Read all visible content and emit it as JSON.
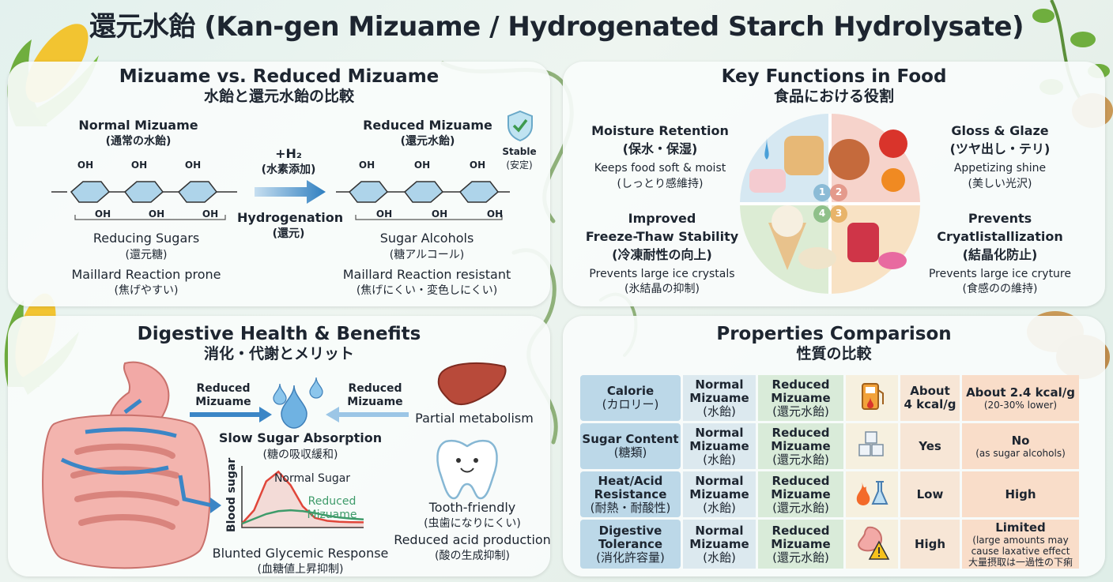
{
  "title": "還元水飴 (Kan-gen Mizuame / Hydrogenated Starch Hydrolysate)",
  "comparison": {
    "heading_en": "Mizuame vs. Reduced Mizuame",
    "heading_ja": "水飴と還元水飴の比較",
    "normal": {
      "name": "Normal Mizuame",
      "name_ja": "(通常の水飴)",
      "type": "Reducing Sugars",
      "type_ja": "(還元糖)",
      "maillard": "Maillard Reaction prone",
      "maillard_ja": "(焦げやすい)"
    },
    "reaction": {
      "formula": "+H₂",
      "formula_ja": "(水素添加)",
      "name": "Hydrogenation",
      "name_ja": "(還元)"
    },
    "reduced": {
      "name": "Reduced Mizuame",
      "name_ja": "(還元水飴)",
      "type": "Sugar Alcohols",
      "type_ja": "(糖アルコール)",
      "maillard": "Maillard Reaction resistant",
      "maillard_ja": "(焦げにくい・変色しにくい)"
    },
    "stable": "Stable",
    "stable_ja": "(安定)",
    "oh": "OH"
  },
  "functions": {
    "heading_en": "Key Functions in Food",
    "heading_ja": "食品における役割",
    "items": [
      {
        "num": "1",
        "title": "Moisture Retention",
        "title_ja": "(保水・保湿)",
        "desc": "Keeps food soft & moist",
        "desc_ja": "(しっとり感維持)"
      },
      {
        "num": "2",
        "title": "Gloss & Glaze",
        "title_ja": "(ツヤ出し・テリ)",
        "desc": "Appetizing shine",
        "desc_ja": "(美しい光沢)"
      },
      {
        "num": "3",
        "title1": "Prevents",
        "title2": "Cryatlistallization",
        "title_ja": "(結晶化防止)",
        "desc": "Prevents large ice cryture",
        "desc_ja": "(食感のの維持)"
      },
      {
        "num": "4",
        "title1": "Improved",
        "title2": "Freeze-Thaw Stability",
        "title_ja": "(冷凍耐性の向上)",
        "desc": "Prevents large ice crystals",
        "desc_ja": "(氷結晶の抑制)"
      }
    ]
  },
  "digestive": {
    "heading_en": "Digestive Health & Benefits",
    "heading_ja": "消化・代謝とメリット",
    "left_label1": "Reduced",
    "left_label2": "Mizuame",
    "right_label1": "Reduced",
    "right_label2": "Mizuame",
    "slow": "Slow Sugar Absorption",
    "slow_ja": "(糖の吸収緩和)",
    "partial": "Partial metabolism",
    "tooth": "Tooth-friendly",
    "tooth_ja": "(虫歯になりにくい)",
    "acid": "Reduced acid production",
    "acid_ja": "(酸の生成抑制)",
    "chart_title": "Blunted Glycemic Response",
    "chart_title_ja": "(血糖値上昇抑制)",
    "ylabel": "Blood sugar",
    "series_normal": "Normal Sugar",
    "series_reduced1": "Reduced",
    "series_reduced2": "Mizuame"
  },
  "chart_data": {
    "type": "line",
    "title": "Blunted Glycemic Response",
    "xlabel": "",
    "ylabel": "Blood sugar",
    "x": [
      0,
      1,
      2,
      3,
      4,
      5,
      6,
      7,
      8,
      9,
      10
    ],
    "series": [
      {
        "name": "Normal Sugar",
        "color": "#e0463a",
        "values": [
          0.2,
          0.9,
          2.4,
          2.9,
          2.2,
          1.1,
          0.5,
          0.35,
          0.3,
          0.28,
          0.27
        ]
      },
      {
        "name": "Reduced Mizuame",
        "color": "#3e9b6a",
        "values": [
          0.2,
          0.45,
          0.7,
          0.85,
          0.9,
          0.85,
          0.75,
          0.62,
          0.52,
          0.46,
          0.42
        ]
      }
    ],
    "ylim": [
      0,
      3.2
    ]
  },
  "properties": {
    "heading_en": "Properties Comparison",
    "heading_ja": "性質の比較",
    "rows": [
      {
        "name": "Calorie",
        "name_ja": "(カロリー)",
        "normal": "Normal",
        "normal2": "Mizuame",
        "normal_ja": "(水飴)",
        "reduced": "Reduced",
        "reduced2": "Mizuame",
        "reduced_ja": "(還元水飴)",
        "icon": "fuel-pump-icon",
        "nval": "About",
        "nval2": "4 kcal/g",
        "rval": "About 2.4 kcal/g",
        "rval_sub": "(20-30% lower)"
      },
      {
        "name": "Sugar Content",
        "name_ja": "(糖類)",
        "normal": "Normal",
        "normal2": "Mizuame",
        "normal_ja": "(水飴)",
        "reduced": "Reduced",
        "reduced2": "Mizuame",
        "reduced_ja": "(還元水飴)",
        "icon": "sugar-cubes-icon",
        "nval": "Yes",
        "rval": "No",
        "rval_sub": "(as sugar alcohols)"
      },
      {
        "name": "Heat/Acid",
        "name2": "Resistance",
        "name_ja": "(耐熱・耐酸性)",
        "normal": "Normal",
        "normal2": "Mizuame",
        "normal_ja": "(水飴)",
        "reduced": "Reduced",
        "reduced2": "Mizuame",
        "reduced_ja": "(還元水飴)",
        "icon": "flame-flask-icon",
        "nval": "Low",
        "rval": "High"
      },
      {
        "name": "Digestive",
        "name2": "Tolerance",
        "name_ja": "(消化許容量)",
        "normal": "Normal",
        "normal2": "Mizuame",
        "normal_ja": "(水飴)",
        "reduced": "Reduced",
        "reduced2": "Mizuame",
        "reduced_ja": "(還元水飴)",
        "icon": "stomach-warning-icon",
        "nval": "High",
        "rval": "Limited",
        "rval_sub": "(large amounts may",
        "rval_sub2": "cause laxative effect",
        "rval_sub3": "大量摂取は一過性の下痢"
      }
    ]
  }
}
